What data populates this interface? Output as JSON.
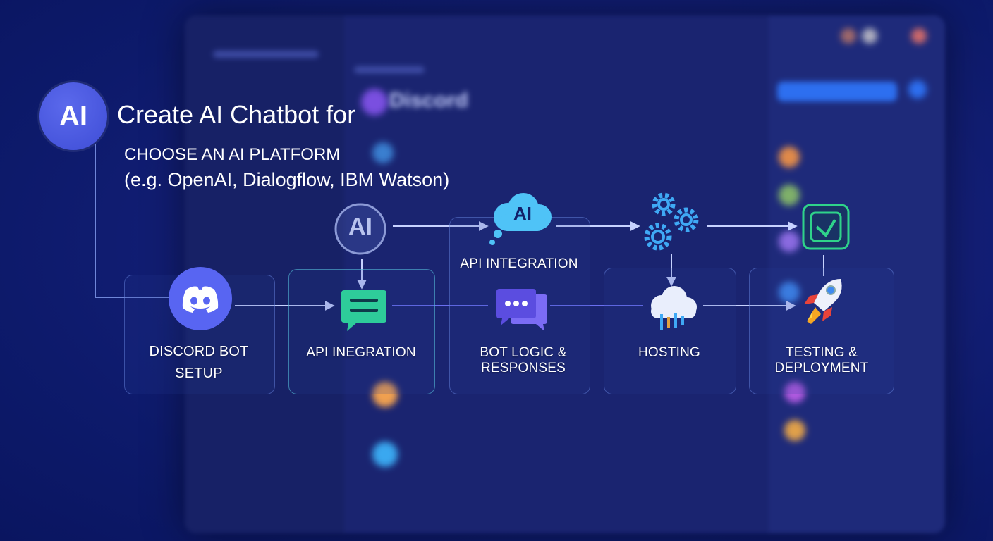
{
  "header": {
    "badge": "AI",
    "title": "Create AI Chatbot for",
    "choose_line1": "CHOOSE AN AI PLATFORM",
    "choose_line2": "(e.g. OpenAI, Dialogflow, IBM Watson)"
  },
  "nodes": {
    "ai_platform_icon": "AI",
    "ai_cloud_icon": "AI",
    "api_integration_top": "API INTEGRATION",
    "discord_setup": "DISCORD BOT SETUP",
    "api_integration_bottom": "API INEGRATION",
    "bot_logic": "BOT LOGIC & RESPONSES",
    "hosting": "HOSTING",
    "testing": "TESTING & DEPLOYMENT"
  },
  "background": {
    "app_name": "Discord"
  },
  "colors": {
    "discord": "#5865f2",
    "chat_green": "#2ecc9a",
    "chat_purple": "#6a5cf0",
    "gear": "#3fa9f5",
    "cloud": "#4fb3f0",
    "rocket_red": "#e8433a",
    "check_green": "#2fd38a"
  }
}
